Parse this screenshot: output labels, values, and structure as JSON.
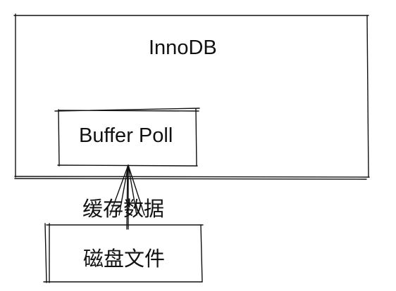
{
  "diagram": {
    "container": {
      "label": "InnoDB"
    },
    "inner_box": {
      "label": "Buffer Poll"
    },
    "arrow": {
      "label": "缓存数据"
    },
    "source_box": {
      "label": "磁盘文件"
    }
  }
}
